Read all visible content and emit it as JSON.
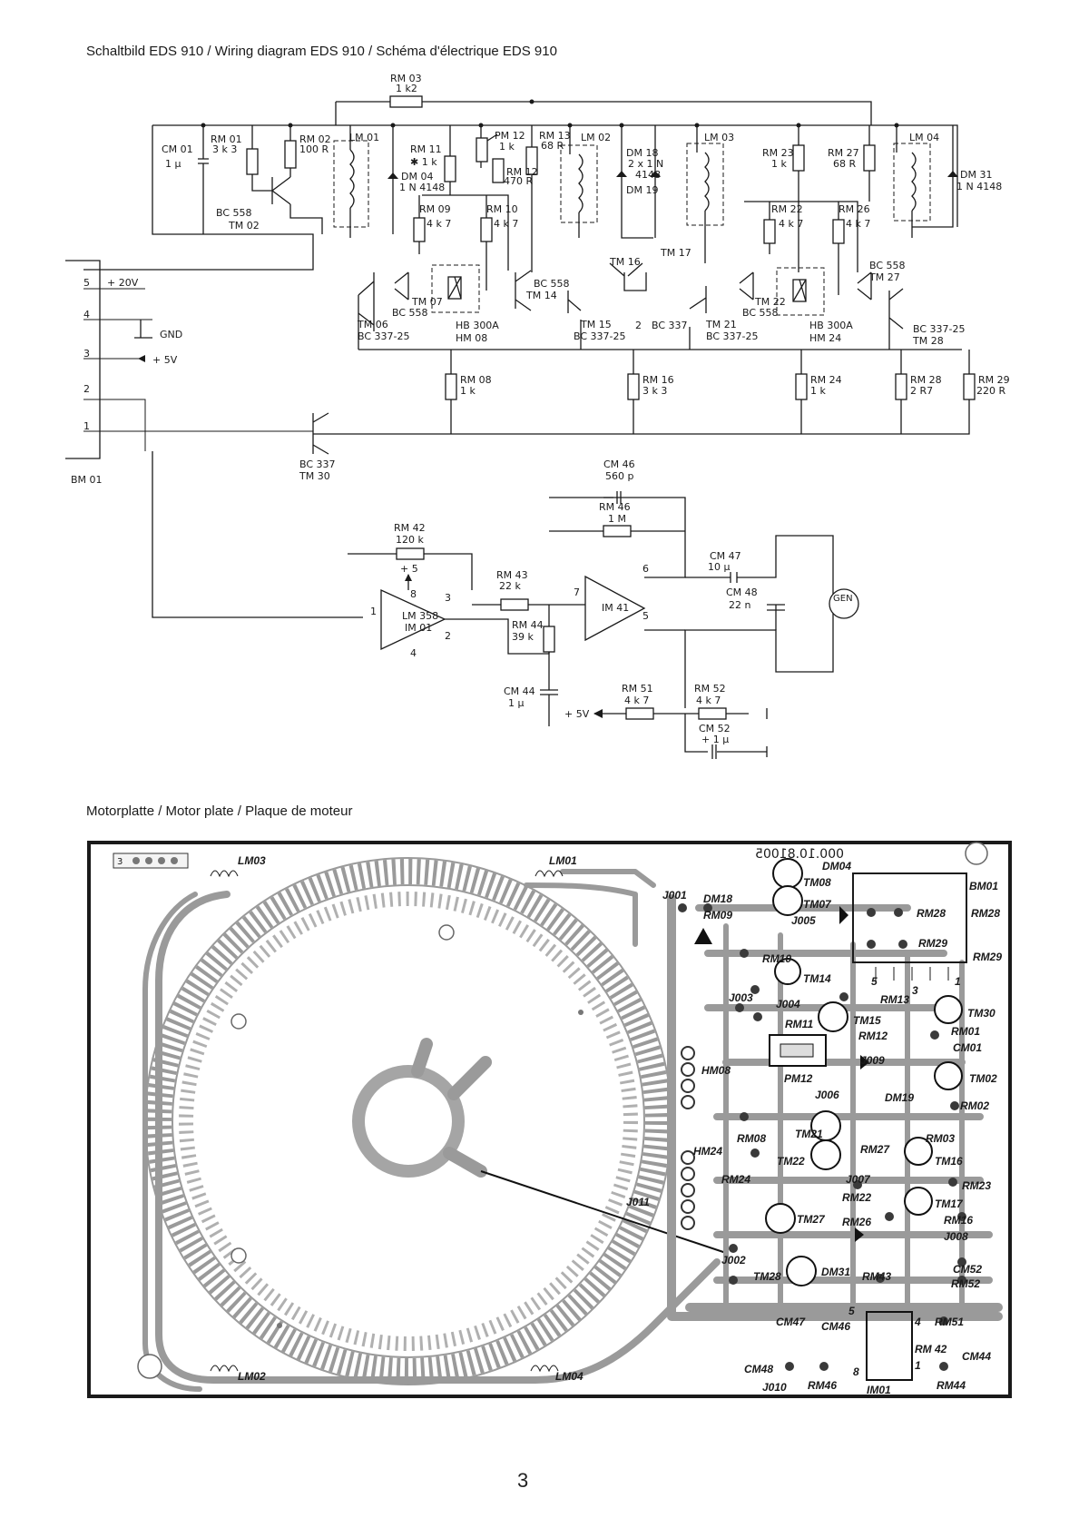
{
  "header": {
    "diagram_title": "Schaltbild EDS 910 / Wiring diagram EDS 910 / Schéma d'électrique EDS 910",
    "motor_title": "Motorplatte / Motor plate / Plaque de moteur"
  },
  "schematic": {
    "labels": {
      "rm03": "RM 03",
      "rm03_val": "1 k2",
      "cm01": "CM 01",
      "cm01_val": "1 μ",
      "rm01": "RM 01",
      "rm01_val": "3 k 3",
      "rm02": "RM 02",
      "rm02_val": "100 R",
      "bc558_tm02": "BC 558",
      "tm02": "TM 02",
      "lm01": "LM 01",
      "rm11": "RM 11",
      "rm11_val": "✱ 1 k",
      "dm04": "DM 04",
      "dm04_val": "1 N 4148",
      "pm12": "PM 12",
      "pm12_val": "1 k",
      "rm12": "RM 12",
      "rm12_val": "470 R",
      "rm13": "RM 13",
      "rm13_val": "68 R",
      "lm02": "LM 02",
      "dm18": "DM 18",
      "dm18_val": "2 x 1 N",
      "dm18_val2": "4148",
      "dm19": "DM 19",
      "lm03": "LM 03",
      "rm23": "RM 23",
      "rm23_val": "1 k",
      "rm27": "RM 27",
      "rm27_val": "68 R",
      "lm04": "LM 04",
      "dm31": "DM 31",
      "dm31_val": "1 N 4148",
      "rm09": "RM 09",
      "rm09_val": "4 k 7",
      "rm10": "RM 10",
      "rm10_val": "4 k 7",
      "rm22": "RM 22",
      "rm22_val": "4 k 7",
      "rm26": "RM 26",
      "rm26_val": "4 k 7",
      "tm16": "TM 16",
      "tm17": "TM 17",
      "bc558_tm27": "BC 558",
      "tm27": "TM 27",
      "pin5": "5",
      "v20": "+ 20V",
      "pin4": "4",
      "gnd": "GND",
      "pin3": "3",
      "v5": "+ 5V",
      "pin2": "2",
      "pin1": "1",
      "tm07": "TM 07",
      "bc558_tm07": "BC 558",
      "tm06": "TM 06",
      "bc337_tm06": "BC 337-25",
      "hb300a_hm08": "HB 300A",
      "hm08": "HM 08",
      "bc558_tm14": "BC 558",
      "tm14": "TM 14",
      "tm15": "TM 15",
      "bc337_tm15": "BC 337-25",
      "two": "2",
      "bc337_mid": "BC 337",
      "tm21": "TM 21",
      "bc337_tm21": "BC 337-25",
      "tm22": "TM 22",
      "bc558_tm22": "BC 558",
      "hb300a_hm24": "HB 300A",
      "hm24": "HM 24",
      "bc337_tm28": "BC 337-25",
      "tm28": "TM 28",
      "rm08": "RM 08",
      "rm08_val": "1 k",
      "rm16": "RM 16",
      "rm16_val": "3 k 3",
      "rm24": "RM 24",
      "rm24_val": "1 k",
      "rm28": "RM 28",
      "rm28_val": "2 R7",
      "rm29": "RM 29",
      "rm29_val": "220 R",
      "bm01": "BM 01",
      "bc337_tm30": "BC 337",
      "tm30": "TM 30",
      "cm46": "CM 46",
      "cm46_val": "560 p",
      "rm46": "RM 46",
      "rm46_val": "1 M",
      "rm42": "RM 42",
      "rm42_val": "120 k",
      "plus5": "+ 5",
      "pin8": "8",
      "pin3b": "3",
      "pin1b": "1",
      "pin2b": "2",
      "pin4b": "4",
      "lm358": "LM 358",
      "im01": "IM 01",
      "rm43": "RM 43",
      "rm43_val": "22 k",
      "pin7": "7",
      "pin6": "6",
      "pin5b": "5",
      "im41": "IM 41",
      "cm47": "CM 47",
      "cm47_val": "10 μ",
      "cm48": "CM 48",
      "cm48_val": "22 n",
      "gen": "GEN",
      "rm44": "RM 44",
      "rm44_val": "39 k",
      "cm44": "CM 44",
      "cm44_val": "1 μ",
      "v5b": "+ 5V",
      "rm51": "RM 51",
      "rm51_val": "4 k 7",
      "rm52": "RM 52",
      "rm52_val": "4 k 7",
      "cm52": "CM 52",
      "cm52_val": "+ 1 μ"
    }
  },
  "pcb": {
    "board_code": "000.10.81005",
    "connector_code": "3",
    "labels": {
      "lm03": "LM03",
      "lm01": "LM01",
      "lm02": "LM02",
      "lm04": "LM04",
      "dm04": "DM04",
      "bm01": "BM01",
      "j001": "J001",
      "dm18": "DM18",
      "rm09": "RM09",
      "tm08": "TM08",
      "tm07": "TM07",
      "j005": "J005",
      "rm28a": "RM28",
      "rm28b": "RM28",
      "rm29a": "RM29",
      "rm29b": "RM29",
      "rm10": "RM10",
      "tm14": "TM14",
      "pin5": "5",
      "pin3": "3",
      "pin1": "1",
      "rm13": "RM13",
      "j003": "J003",
      "j004": "J004",
      "rm11": "RM11",
      "tm15": "TM15",
      "tm30": "TM30",
      "rm01": "RM01",
      "rm12": "RM12",
      "cm01": "CM01",
      "hm08": "HM08",
      "pm12": "PM12",
      "j009": "J009",
      "tm02": "TM02",
      "j006": "J006",
      "dm19": "DM19",
      "rm02": "RM02",
      "rm08": "RM08",
      "tm21": "TM21",
      "rm03": "RM03",
      "hm24": "HM24",
      "rm27": "RM27",
      "tm16": "TM16",
      "tm22": "TM22",
      "rm24": "RM24",
      "j007": "J007",
      "rm23": "RM23",
      "j011": "J011",
      "rm22": "RM22",
      "tm17": "TM17",
      "tm27": "TM27",
      "rm26": "RM26",
      "rm16": "RM16",
      "j008": "J008",
      "j002": "J002",
      "dm31": "DM31",
      "tm28": "TM28",
      "rm43": "RM43",
      "cm52": "CM52",
      "rm52": "RM52",
      "cm47": "CM47",
      "cm46": "CM46",
      "pin5b": "5",
      "pin4": "4",
      "rm51": "RM51",
      "rm42": "RM 42",
      "cm44": "CM44",
      "pin1b": "1",
      "cm48": "CM48",
      "pin8": "8",
      "rm46": "RM46",
      "im01": "IM01",
      "rm44": "RM44",
      "j010": "J010"
    }
  },
  "page": {
    "number": "3"
  }
}
